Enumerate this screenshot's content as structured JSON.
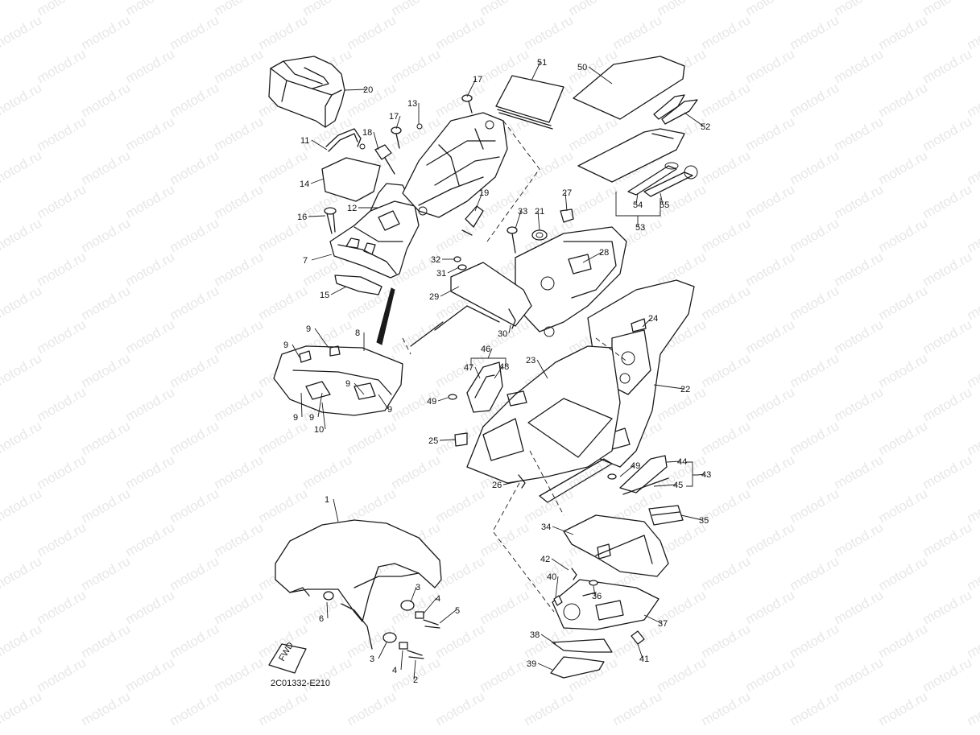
{
  "diagram": {
    "watermark": "motod.ru",
    "code": "2C01332-E210",
    "fwd_mark": "FWD",
    "labels": [
      "1",
      "2",
      "3",
      "3",
      "4",
      "4",
      "5",
      "6",
      "7",
      "8",
      "9",
      "9",
      "9",
      "9",
      "9",
      "9",
      "10",
      "11",
      "12",
      "13",
      "14",
      "15",
      "16",
      "17",
      "17",
      "18",
      "19",
      "20",
      "21",
      "22",
      "23",
      "24",
      "25",
      "26",
      "27",
      "28",
      "29",
      "30",
      "31",
      "32",
      "33",
      "34",
      "35",
      "36",
      "37",
      "38",
      "39",
      "40",
      "41",
      "42",
      "43",
      "44",
      "45",
      "46",
      "47",
      "48",
      "49",
      "49",
      "50",
      "51",
      "52",
      "53",
      "54",
      "55"
    ]
  }
}
